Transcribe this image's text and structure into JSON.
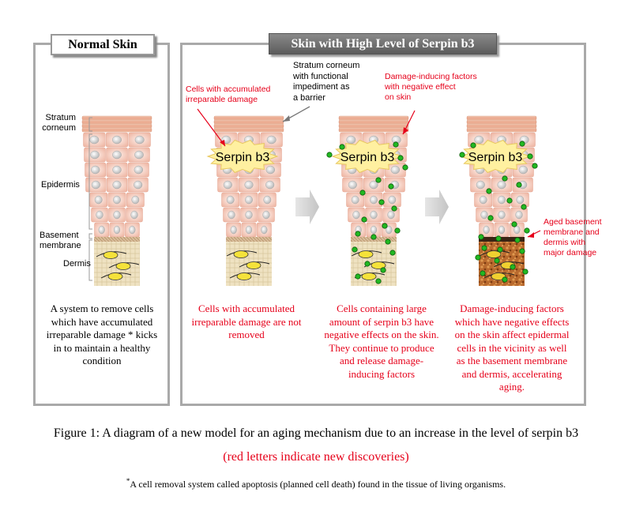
{
  "panels": {
    "normal_title": "Normal Skin",
    "serpin_title": "Skin with High Level of Serpin b3"
  },
  "normal_labels": {
    "stratum": [
      "Stratum",
      "corneum"
    ],
    "epidermis": "Epidermis",
    "basement": [
      "Basement",
      "membrane"
    ],
    "dermis": "Dermis"
  },
  "annotations": {
    "stratum_impediment": [
      "Stratum corneum",
      "with functional",
      "impediment as",
      "a barrier"
    ],
    "cells_damage": [
      "Cells with accumulated",
      "irreparable damage"
    ],
    "damage_factors": [
      "Damage-inducing factors",
      "with negative effect",
      "on skin"
    ],
    "aged_basement": [
      "Aged basement",
      "membrane and",
      "dermis with",
      "major damage"
    ]
  },
  "serpin_label": "Serpin b3",
  "captions": {
    "normal": [
      "A system to remove cells",
      "which have accumulated",
      "irreparable damage * kicks",
      "in to maintain a healthy",
      "condition"
    ],
    "stage1": [
      "Cells with accumulated",
      "irreparable damage are not",
      "removed"
    ],
    "stage2": [
      "Cells containing large",
      "amount of serpin b3 have",
      "negative effects on the skin.",
      "They continue to produce",
      "and release damage-",
      "inducing factors"
    ],
    "stage3": [
      "Damage-inducing factors",
      "which have negative effects",
      "on the skin affect epidermal",
      "cells in the vicinity as well",
      "as the basement membrane",
      "and dermis, accelerating",
      "aging."
    ]
  },
  "figure": {
    "caption": "Figure 1: A diagram of a new model for an aging mechanism due to an increase in the level of serpin b3",
    "subcaption": "(red letters indicate new discoveries)",
    "footnote_mark": "*",
    "footnote": "A cell removal system called apoptosis (planned cell death) found in the tissue of living organisms."
  },
  "colors": {
    "accent_red": "#e6001a",
    "panel_border": "#a9a9a9",
    "factor_green": "#22b822",
    "serpin_yellow": "#fff0a0"
  }
}
